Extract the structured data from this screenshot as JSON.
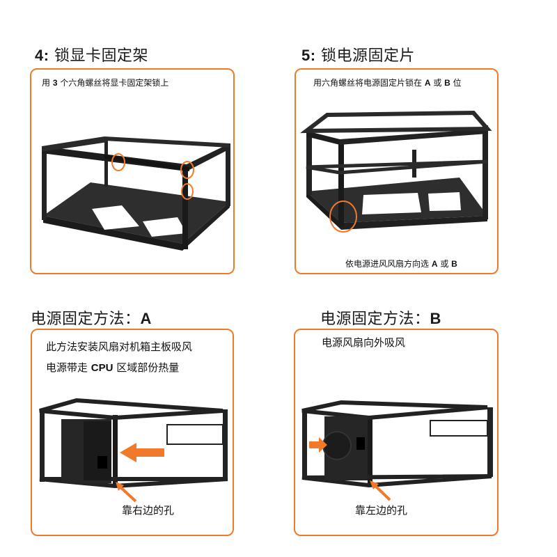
{
  "sections": [
    {
      "heading_num": "4:",
      "heading_text": " 锁显卡固定架",
      "caption_pre": "用 ",
      "caption_num": "3",
      "caption_post": " 个六角螺丝将显卡固定架锁上",
      "highlight_count": 3
    },
    {
      "heading_num": "5:",
      "heading_text": " 锁电源固定片",
      "caption_pre": "用六角螺丝将电源固定片锁在 ",
      "caption_a": "A",
      "caption_mid": " 或 ",
      "caption_b": "B",
      "caption_post": " 位",
      "bottom_pre": "依电源进风风扇方向选 ",
      "bottom_a": "A",
      "bottom_mid": " 或 ",
      "bottom_b": "B"
    },
    {
      "heading_text": "电源固定方法：",
      "heading_letter": "A",
      "line1": "此方法安装风扇对机箱主板吸风",
      "line2_pre": "电源带走 ",
      "line2_cpu": "CPU",
      "line2_post": " 区域部份热量",
      "hole_label": "靠右边的孔"
    },
    {
      "heading_text": "电源固定方法：",
      "heading_letter": "B",
      "line1": "电源风扇向外吸风",
      "hole_label": "靠左边的孔"
    }
  ],
  "colors": {
    "accent": "#f07a2a",
    "frame": "#2a2a2a",
    "frame_dark": "#151515"
  }
}
